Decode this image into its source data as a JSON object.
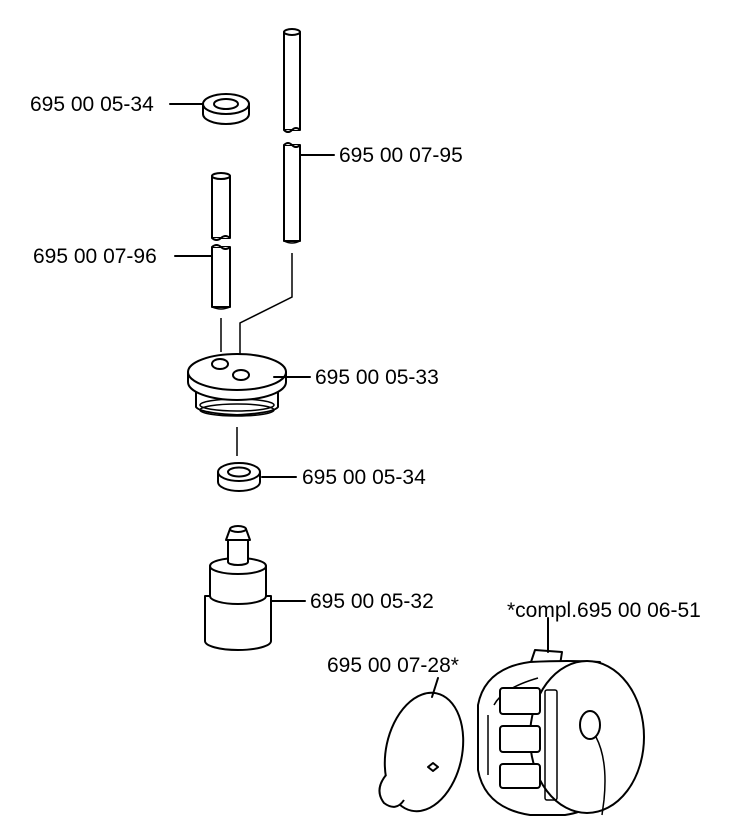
{
  "labels": {
    "seal_top": "695 00 05-34",
    "hose_long": "695 00 07-95",
    "hose_short": "695 00 07-96",
    "grommet": "695 00 05-33",
    "seal_bottom": "695 00 05-34",
    "fuel_filter": "695 00 05-32",
    "cap_complete": "*compl.695 00 06-51",
    "cap_gasket": "695 00 07-28*"
  },
  "colors": {
    "ink": "#000000",
    "paper": "#ffffff"
  }
}
